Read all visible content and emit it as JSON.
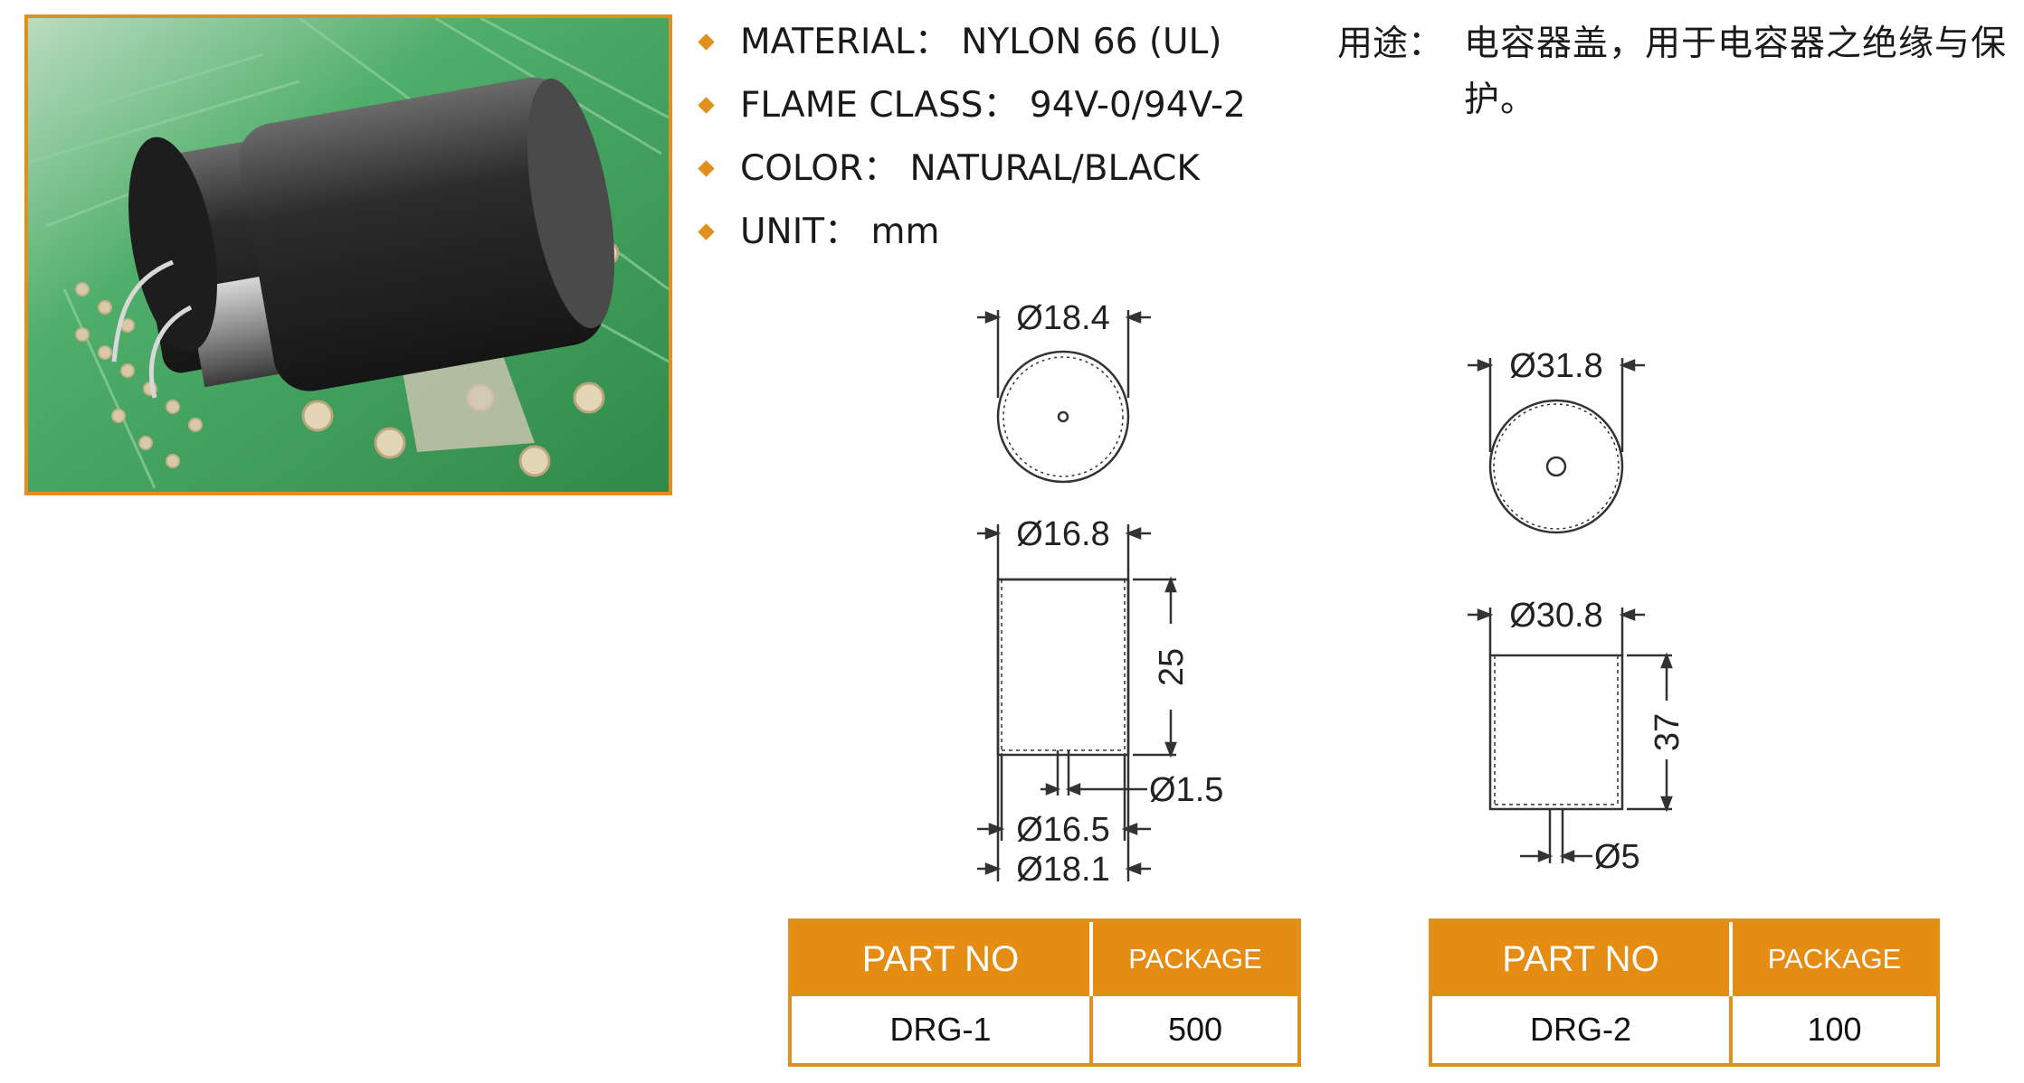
{
  "specs": [
    {
      "label": "MATERIAL：",
      "value": "NYLON 66 (UL)"
    },
    {
      "label": "FLAME CLASS：",
      "value": "94V-0/94V-2"
    },
    {
      "label": "COLOR：",
      "value": "NATURAL/BLACK"
    },
    {
      "label": "UNIT：",
      "value": "mm"
    }
  ],
  "usage": {
    "label": "用途：",
    "text": "电容器盖，用于电容器之绝缘与保护。"
  },
  "drg1": {
    "top_dia": "Ø18.4",
    "body_dia": "Ø16.8",
    "height": "25",
    "hole_dia": "Ø1.5",
    "inner_dia": "Ø16.5",
    "outer_dia": "Ø18.1"
  },
  "drg2": {
    "top_dia": "Ø31.8",
    "body_dia": "Ø30.8",
    "height": "37",
    "hole_dia": "Ø5"
  },
  "tables": [
    {
      "h_part": "PART NO",
      "h_pkg": "PACKAGE",
      "part": "DRG-1",
      "pkg": "500"
    },
    {
      "h_part": "PART NO",
      "h_pkg": "PACKAGE",
      "part": "DRG-2",
      "pkg": "100"
    }
  ]
}
